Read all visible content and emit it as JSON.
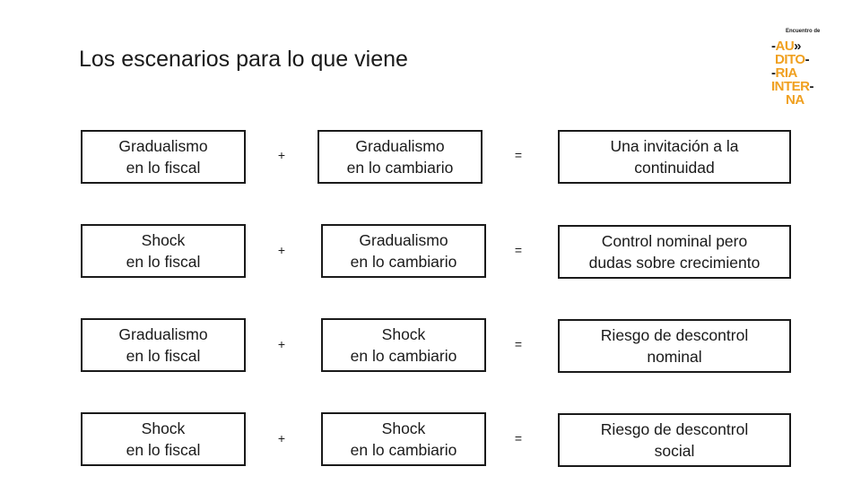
{
  "title": "Los escenarios para lo que viene",
  "logo": {
    "caption": "Encuentro de",
    "rows": [
      {
        "a": "-",
        "b": "AU",
        "c": "»"
      },
      {
        "a": "",
        "b": "DITO",
        "c": "-"
      },
      {
        "a": "-",
        "b": "RIA",
        "c": ""
      },
      {
        "a": "",
        "b": "INTER",
        "c": "-"
      },
      {
        "a": "",
        "b": "NA",
        "c": ""
      }
    ],
    "accent_color": "#f0a020"
  },
  "scenarios": [
    {
      "fiscal": [
        "Gradualismo",
        "en lo fiscal"
      ],
      "plus": "+",
      "cambiario": [
        "Gradualismo",
        "en lo cambiario"
      ],
      "equals": "=",
      "result": [
        "Una invitación a la",
        "continuidad"
      ]
    },
    {
      "fiscal": [
        "Shock",
        "en lo fiscal"
      ],
      "plus": "+",
      "cambiario": [
        "Gradualismo",
        "en lo cambiario"
      ],
      "equals": "=",
      "result": [
        "Control nominal pero",
        "dudas sobre crecimiento"
      ]
    },
    {
      "fiscal": [
        "Gradualismo",
        "en lo fiscal"
      ],
      "plus": "+",
      "cambiario": [
        "Shock",
        "en lo cambiario"
      ],
      "equals": "=",
      "result": [
        "Riesgo de descontrol",
        "nominal"
      ]
    },
    {
      "fiscal": [
        "Shock",
        "en lo fiscal"
      ],
      "plus": "+",
      "cambiario": [
        "Shock",
        "en lo cambiario"
      ],
      "equals": "=",
      "result": [
        "Riesgo de descontrol",
        "social"
      ]
    }
  ]
}
